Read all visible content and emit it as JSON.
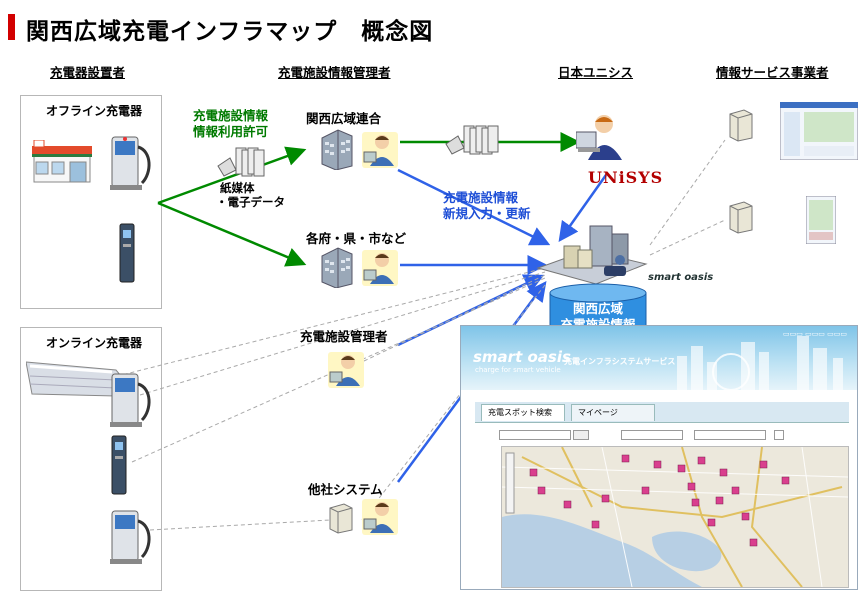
{
  "title": "関西広域充電インフラマップ　概念図",
  "columns": {
    "installers": "充電器設置者",
    "managers": "充電施設情報管理者",
    "unisys": "日本ユニシス",
    "services": "情報サービス事業者"
  },
  "panels": {
    "offline": "オフライン充電器",
    "online": "オンライン充電器"
  },
  "labels": {
    "permission": [
      "充電施設情報",
      "情報利用許可"
    ],
    "media": [
      "紙媒体",
      "・電子データ"
    ],
    "kansai_union": "関西広域連合",
    "prefectures": "各府・県・市など",
    "facility_manager": "充電施設管理者",
    "other_systems": "他社システム",
    "update": [
      "充電施設情報",
      "新規入力・更新"
    ],
    "database": [
      "関西広域",
      "充電施設情報"
    ],
    "unisys_logo": "UNiSYS",
    "smart_oasis": "smart oasis"
  },
  "screenshot": {
    "logo": "smart oasis",
    "subtitle": "charge for smart vehicle",
    "service": "充電インフラシステムサービス",
    "tab_active": "充電スポット検索",
    "tab_inactive": "マイページ"
  },
  "colors": {
    "title_bar": "#d20000",
    "green_arrow": "#008a00",
    "blue_arrow": "#2f62e8",
    "database": "#2f8fe0",
    "unisys": "#b30000"
  }
}
